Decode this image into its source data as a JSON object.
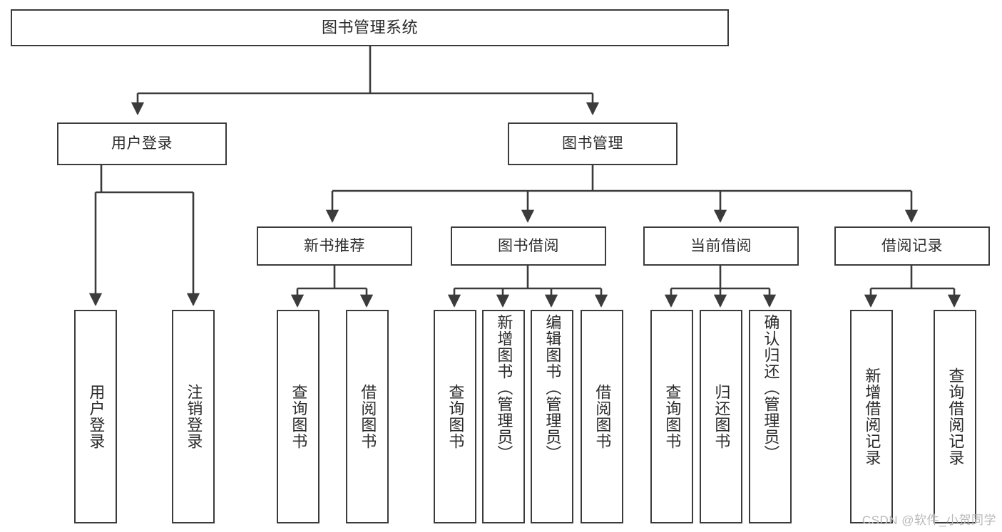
{
  "diagram": {
    "type": "tree",
    "title": "图书管理系统",
    "watermark": "CSDN @软件_小贺同学",
    "colors": {
      "box_border": "#3b3b3b",
      "box_fill": "#ffffff",
      "line": "#3b3b3b",
      "text": "#2b2b2b",
      "watermark": "#b9b9b9",
      "background": "#ffffff"
    },
    "nodes": {
      "root": {
        "label": "图书管理系统"
      },
      "level2": [
        {
          "id": "user-login",
          "label": "用户登录"
        },
        {
          "id": "book-manage",
          "label": "图书管理"
        }
      ],
      "level3": [
        {
          "id": "new-book-rec",
          "label": "新书推荐"
        },
        {
          "id": "book-borrow",
          "label": "图书借阅"
        },
        {
          "id": "current-borrow",
          "label": "当前借阅"
        },
        {
          "id": "borrow-record",
          "label": "借阅记录"
        }
      ],
      "leaves": {
        "user_login": [
          {
            "id": "leaf-user-login",
            "label": "用户登录"
          },
          {
            "id": "leaf-logout",
            "label": "注销登录"
          }
        ],
        "new_book_rec": [
          {
            "id": "leaf-query-book-1",
            "label": "查询图书"
          },
          {
            "id": "leaf-borrow-book-1",
            "label": "借阅图书"
          }
        ],
        "book_borrow": [
          {
            "id": "leaf-query-book-2",
            "label": "查询图书"
          },
          {
            "id": "leaf-add-book",
            "label": "新增图书（管理员）"
          },
          {
            "id": "leaf-edit-book",
            "label": "编辑图书（管理员）"
          },
          {
            "id": "leaf-borrow-book-2",
            "label": "借阅图书"
          }
        ],
        "current_borrow": [
          {
            "id": "leaf-query-book-3",
            "label": "查询图书"
          },
          {
            "id": "leaf-return-book",
            "label": "归还图书"
          },
          {
            "id": "leaf-confirm-return",
            "label": "确认归还（管理员）"
          }
        ],
        "borrow_record": [
          {
            "id": "leaf-add-record",
            "label": "新增借阅记录"
          },
          {
            "id": "leaf-query-record",
            "label": "查询借阅记录"
          }
        ]
      }
    }
  }
}
